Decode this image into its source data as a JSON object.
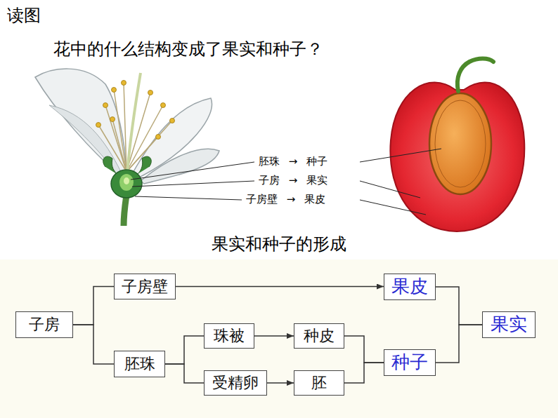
{
  "diagram": {
    "title": "果实和种子的形成",
    "nodes": [
      {
        "text": [
          "子房"
        ]
      },
      {
        "text": [
          "子房壁"
        ]
      },
      {
        "text": [
          "果皮"
        ]
      },
      {
        "text": [
          "胚珠"
        ]
      },
      {
        "text": [
          "珠被"
        ]
      },
      {
        "text": [
          "种皮"
        ]
      },
      {
        "text": [
          "受精卵"
        ]
      },
      {
        "text": [
          "胚"
        ]
      },
      {
        "text": [
          "种子"
        ]
      },
      {
        "text": [
          "果实"
        ]
      }
    ],
    "edges": [
      {
        "from": 0,
        "to": 1,
        "arrow": "none"
      },
      {
        "from": 0,
        "to": 3,
        "arrow": "none"
      },
      {
        "from": 1,
        "to": 2,
        "arrow": "to"
      },
      {
        "from": 3,
        "to": 4,
        "arrow": "none"
      },
      {
        "from": 3,
        "to": 6,
        "arrow": "none"
      },
      {
        "from": 4,
        "to": 5,
        "arrow": "to"
      },
      {
        "from": 6,
        "to": 7,
        "arrow": "to"
      },
      {
        "from": 5,
        "to": 8,
        "arrow": "none"
      },
      {
        "from": 7,
        "to": 8,
        "arrow": "none"
      },
      {
        "from": 2,
        "to": 9,
        "arrow": "none"
      },
      {
        "from": 8,
        "to": 9,
        "arrow": "none"
      }
    ],
    "labels": [
      "读图",
      "花中的什么结构变成了果实和种子？",
      "胚珠 → 种子",
      "子房 → 果实",
      "子房壁 → 果皮"
    ]
  }
}
